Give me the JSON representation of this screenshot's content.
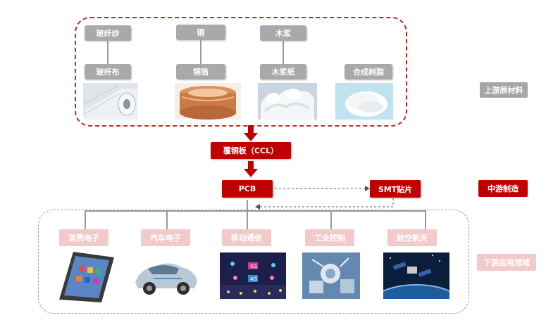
{
  "upstream": {
    "row1": [
      "玻纤纱",
      "铜",
      "木浆"
    ],
    "row2": [
      "玻纤布",
      "铜箔",
      "木浆纸",
      "合成树脂"
    ]
  },
  "midstream": {
    "ccl": "覆铜板（CCL）",
    "pcb": "PCB",
    "smt": "SMT贴片"
  },
  "downstream": {
    "items": [
      "消费电子",
      "汽车电子",
      "移动通信",
      "工业控制",
      "航空航天"
    ]
  },
  "side_labels": {
    "upstream": "上游原材料",
    "midstream": "中游制造",
    "downstream": "下游应用领域"
  },
  "image_text": {
    "signal_5g": "5G",
    "signal_4g": "4G"
  },
  "colors": {
    "red": "#c00000",
    "gray": "#a9a9a9",
    "pink": "#f2caca",
    "dashed_red": "#c62828",
    "dashed_gray": "#9e9e9e"
  }
}
